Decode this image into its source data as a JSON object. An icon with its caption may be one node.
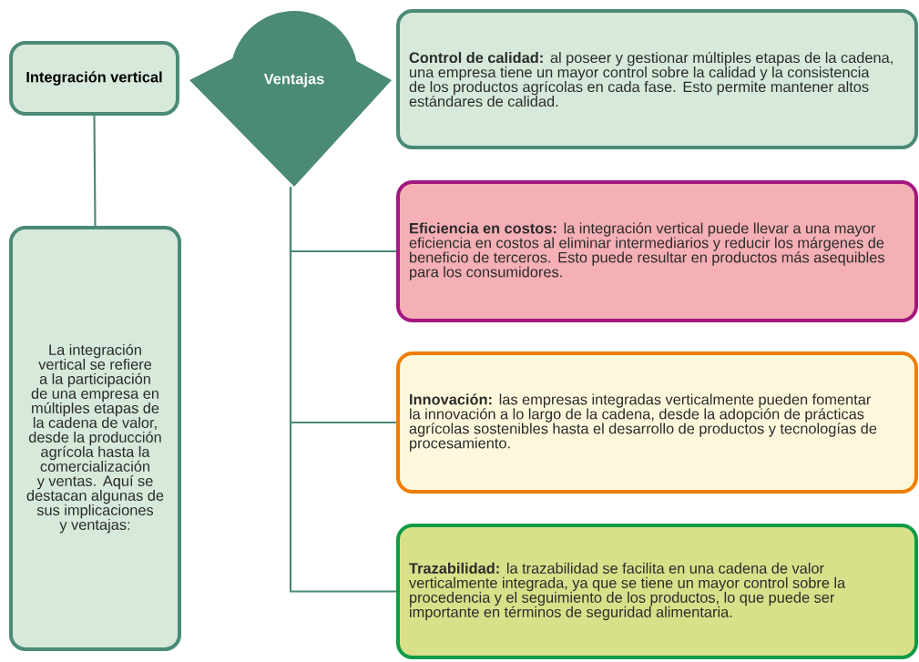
{
  "diagram": {
    "nodes": [
      {
        "text": [
          "Integración vertical"
        ]
      },
      {
        "text": [
          "La integración vertical se refiere a la participación de una empresa en múltiples etapas de la cadena de valor, desde la producción agrícola hasta la comercialización y ventas. Aquí se destacan algunas de sus implicaciones y ventajas:"
        ]
      },
      {
        "text": [
          "Ventajas"
        ]
      },
      {
        "text": [
          "**Control de calidad:** al poseer y gestionar múltiples etapas de la cadena, una empresa tiene un mayor control sobre la calidad y la consistencia de los productos agrícolas en cada fase. Esto permite mantener altos estándares de calidad."
        ]
      },
      {
        "text": [
          "**Eficiencia en costos:** la integración vertical puede llevar a una mayor eficiencia en costos al eliminar intermediarios y reducir los márgenes de beneficio de terceros. Esto puede resultar en productos más asequibles para los consumidores."
        ]
      },
      {
        "text": [
          "**Innovación:** las empresas integradas verticalmente pueden fomentar la innovación a lo largo de la cadena, desde la adopción de prácticas agrícolas sostenibles hasta el desarrollo de productos y tecnologías de procesamiento."
        ]
      },
      {
        "text": [
          "**Trazabilidad:** la trazabilidad se facilita en una cadena de valor verticalmente integrada, ya que se tiene un mayor control sobre la procedencia y el seguimiento de los productos, lo que puede ser importante en términos de seguridad alimentaria."
        ]
      }
    ],
    "edges": [
      {
        "from": 0,
        "to": 1,
        "arrow": "none"
      },
      {
        "from": 2,
        "to": 4,
        "arrow": "none"
      },
      {
        "from": 2,
        "to": 5,
        "arrow": "none"
      },
      {
        "from": 2,
        "to": 6,
        "arrow": "none"
      }
    ]
  }
}
